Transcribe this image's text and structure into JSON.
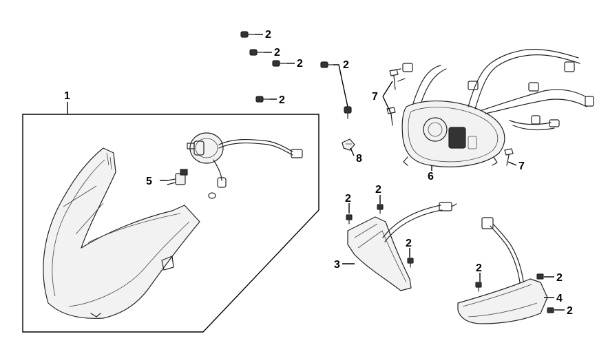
{
  "callouts": {
    "headlight_assembly": "1",
    "screw": "2",
    "front_left_turn_signal": "3",
    "front_right_turn_signal": "4",
    "bulb": "5",
    "speedometer": "6",
    "meter_screw": "7",
    "clip": "8"
  }
}
